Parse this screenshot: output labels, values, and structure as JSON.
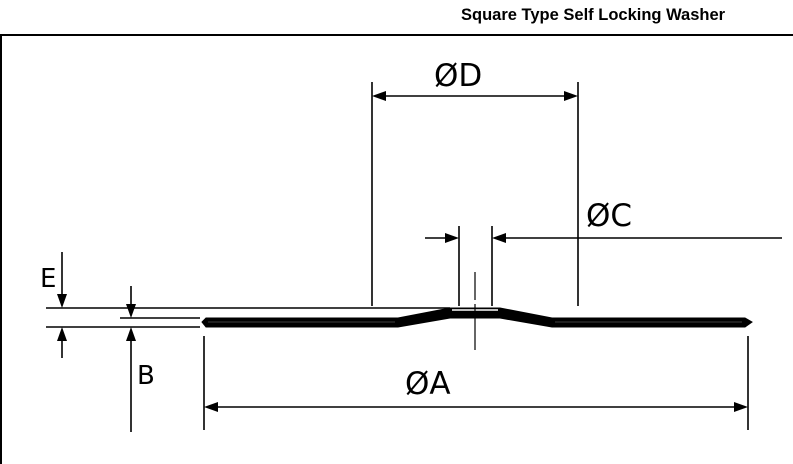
{
  "title": "Square Type Self Locking Washer",
  "dimensions": {
    "A": "ØA",
    "B": "B",
    "C": "ØC",
    "D": "ØD",
    "E": "E"
  }
}
